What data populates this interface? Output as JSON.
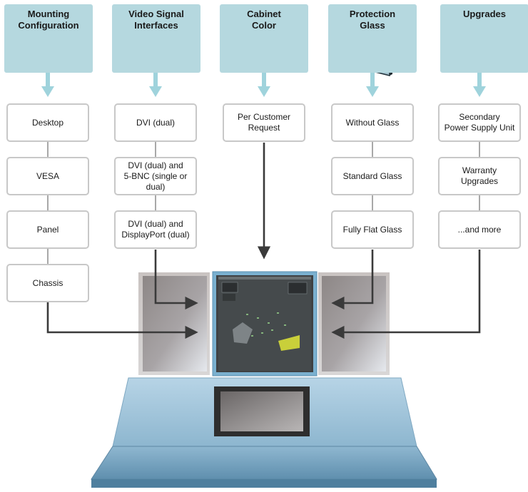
{
  "categories": [
    {
      "id": "mounting",
      "title_lines": [
        "Mounting",
        "Configuration"
      ],
      "icon": "screw-icon",
      "options": [
        [
          "Desktop"
        ],
        [
          "VESA"
        ],
        [
          "Panel"
        ],
        [
          "Chassis"
        ]
      ]
    },
    {
      "id": "video",
      "title_lines": [
        "Video Signal",
        "Interfaces"
      ],
      "icon": "dvi-connector-icon",
      "options": [
        [
          "DVI (dual)"
        ],
        [
          "DVI (dual) and",
          "5-BNC (single or dual)"
        ],
        [
          "DVI (dual) and",
          "DisplayPort (dual)"
        ]
      ]
    },
    {
      "id": "cabinet",
      "title_lines": [
        "Cabinet",
        "Color"
      ],
      "icon": "color-palette-icon",
      "options": [
        [
          "Per Customer",
          "Request"
        ]
      ]
    },
    {
      "id": "protection",
      "title_lines": [
        "Protection",
        "Glass"
      ],
      "icon": "glass-pane-icon",
      "options": [
        [
          "Without Glass"
        ],
        [
          "Standard Glass"
        ],
        [
          "Fully Flat Glass"
        ]
      ]
    },
    {
      "id": "upgrades",
      "title_lines": [
        "Upgrades"
      ],
      "icon": "upgrade-arrow-icon",
      "options": [
        [
          "Secondary",
          "Power Supply Unit"
        ],
        [
          "Warranty",
          "Upgrades"
        ],
        [
          "...and more"
        ]
      ]
    }
  ],
  "colors": {
    "header_bg": "#b5d8df",
    "down_arrow": "#9fd3dc",
    "box_border": "#c8c8c8",
    "connector": "#3a3a3a",
    "console_top": "#9fc3d9",
    "console_front": "#6f9fbd",
    "palette": [
      "#d4a23c",
      "#e8c84a",
      "#9cc34b",
      "#4fb34a",
      "#3bb0c9",
      "#2f8fc4",
      "#a8731e",
      "#b89a2c",
      "#6f9a2d",
      "#2f7d33",
      "#2a7f95",
      "#1f5f8c"
    ]
  }
}
